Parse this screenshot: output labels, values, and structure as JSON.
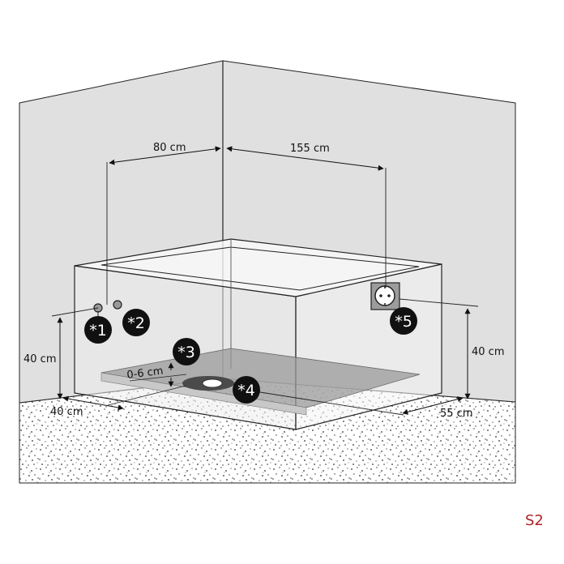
{
  "dimensions": {
    "top_left": "80 cm",
    "top_right": "155 cm",
    "left_height": "40 cm",
    "right_height": "40 cm",
    "floor_left": "40 cm",
    "floor_right": "55 cm",
    "drain_height": "0-6 cm"
  },
  "markers": [
    {
      "label": "*1"
    },
    {
      "label": "*2"
    },
    {
      "label": "*3"
    },
    {
      "label": "*4"
    },
    {
      "label": "*5"
    }
  ],
  "variant_code": "S2",
  "colors": {
    "wall": "#e0e0e0",
    "floor_dots": "#333333",
    "marker_fill": "#111111",
    "variant_text": "#b22222"
  },
  "icons": {
    "socket": "power-socket-icon",
    "drain": "drain-icon",
    "pipes": "water-connection-icon"
  }
}
